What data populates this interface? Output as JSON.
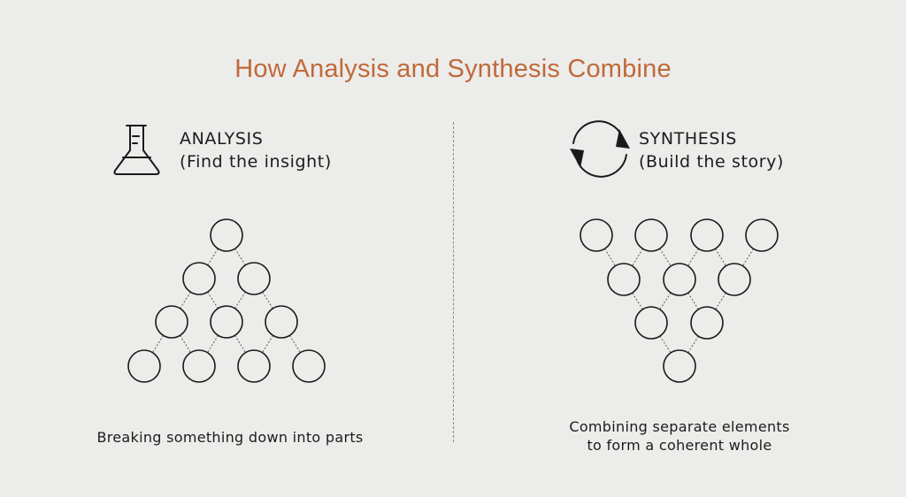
{
  "title": "How Analysis and Synthesis Combine",
  "colors": {
    "title": "#c0693a",
    "background": "#ececea",
    "ink": "#1a1a1a"
  },
  "analysis": {
    "icon": "flask-icon",
    "heading_line1": "ANALYSIS",
    "heading_line2": "(Find the insight)",
    "caption": "Breaking something down into parts"
  },
  "synthesis": {
    "icon": "cycle-arrows-icon",
    "heading_line1": "SYNTHESIS",
    "heading_line2": "(Build the story)",
    "caption_line1": "Combining separate elements",
    "caption_line2": "to form a coherent whole"
  }
}
